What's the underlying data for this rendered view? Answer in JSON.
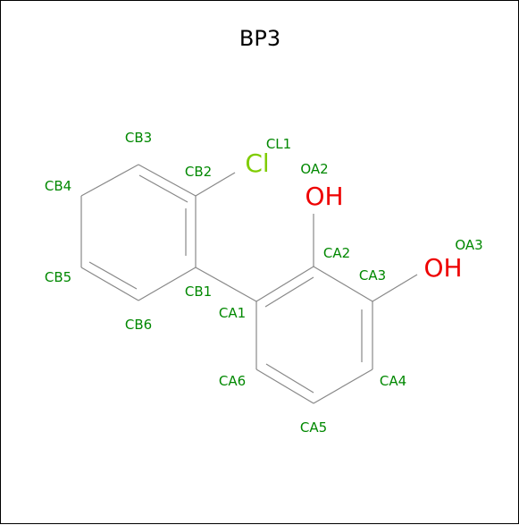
{
  "title": "BP3",
  "colors": {
    "atom_label": "#008800",
    "chlorine": "#7fcc00",
    "oxygen": "#ee0000",
    "bond": "#888888",
    "title": "#000000"
  },
  "atom_labels": {
    "CB1": "CB1",
    "CB2": "CB2",
    "CB3": "CB3",
    "CB4": "CB4",
    "CB5": "CB5",
    "CB6": "CB6",
    "CL1": "CL1",
    "CA1": "CA1",
    "CA2": "CA2",
    "CA3": "CA3",
    "CA4": "CA4",
    "CA5": "CA5",
    "CA6": "CA6",
    "OA2": "OA2",
    "OA3": "OA3"
  },
  "element_symbols": {
    "cl": "Cl",
    "oh_a2": "OH",
    "oh_a3": "OH"
  }
}
